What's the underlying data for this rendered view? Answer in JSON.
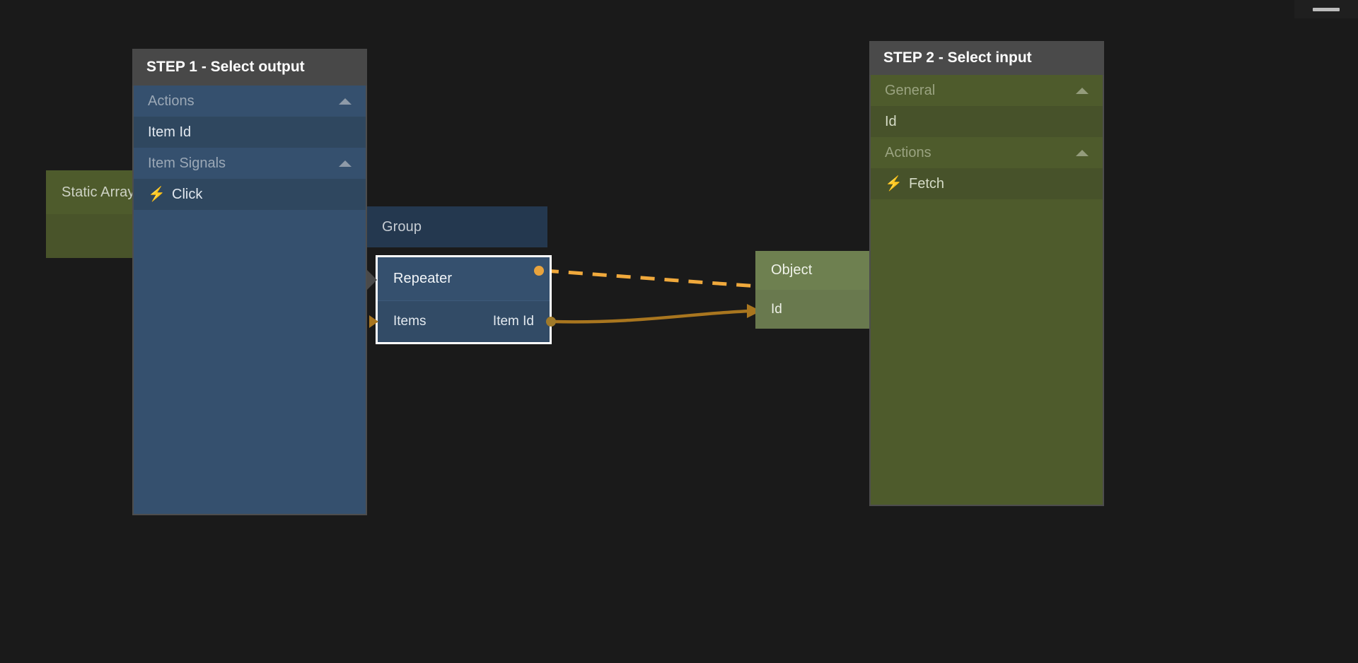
{
  "window": {
    "background_color": "#1a1a1a",
    "chrome_button_icon": "minimize-icon"
  },
  "graph": {
    "nodes": [
      {
        "id": "static-array",
        "title": "Static Array",
        "color": "#4e5b2c",
        "type": "data-node",
        "rows": []
      },
      {
        "id": "group",
        "title": "Group",
        "color": "#24384f",
        "type": "visual-node",
        "rows": []
      },
      {
        "id": "repeater",
        "title": "Repeater",
        "color": "#35506e",
        "type": "visual-node",
        "selected": true,
        "input_port": "Items",
        "output_port": "Item Id"
      },
      {
        "id": "object",
        "title": "Object",
        "color": "#6e8050",
        "type": "data-node",
        "row_label": "Id"
      }
    ],
    "connections": [
      {
        "from": "repeater.signal-out",
        "to": "object.signal-in",
        "style": "dashed",
        "color": "#f0a93c"
      },
      {
        "from": "repeater.Item Id",
        "to": "object.Id",
        "style": "solid",
        "color": "#a9761f"
      }
    ]
  },
  "panels": {
    "step1": {
      "header": "STEP 1 - Select output",
      "accent_color": "#35506e",
      "rows": [
        {
          "kind": "group",
          "label": "Actions",
          "caret": "chevron-up-icon",
          "expanded": true
        },
        {
          "kind": "item",
          "label": "Item Id",
          "icon": ""
        },
        {
          "kind": "group",
          "label": "Item Signals",
          "caret": "chevron-up-icon",
          "expanded": true
        },
        {
          "kind": "item",
          "label": "Click",
          "icon": "bolt-icon"
        }
      ]
    },
    "step2": {
      "header": "STEP 2 - Select input",
      "accent_color": "#4e5b2c",
      "rows": [
        {
          "kind": "group",
          "label": "General",
          "caret": "chevron-up-icon",
          "expanded": true
        },
        {
          "kind": "item",
          "label": "Id",
          "icon": ""
        },
        {
          "kind": "group",
          "label": "Actions",
          "caret": "chevron-up-icon",
          "expanded": true
        },
        {
          "kind": "item",
          "label": "Fetch",
          "icon": "bolt-icon"
        }
      ]
    }
  },
  "icons": {
    "bolt": "⚡"
  }
}
